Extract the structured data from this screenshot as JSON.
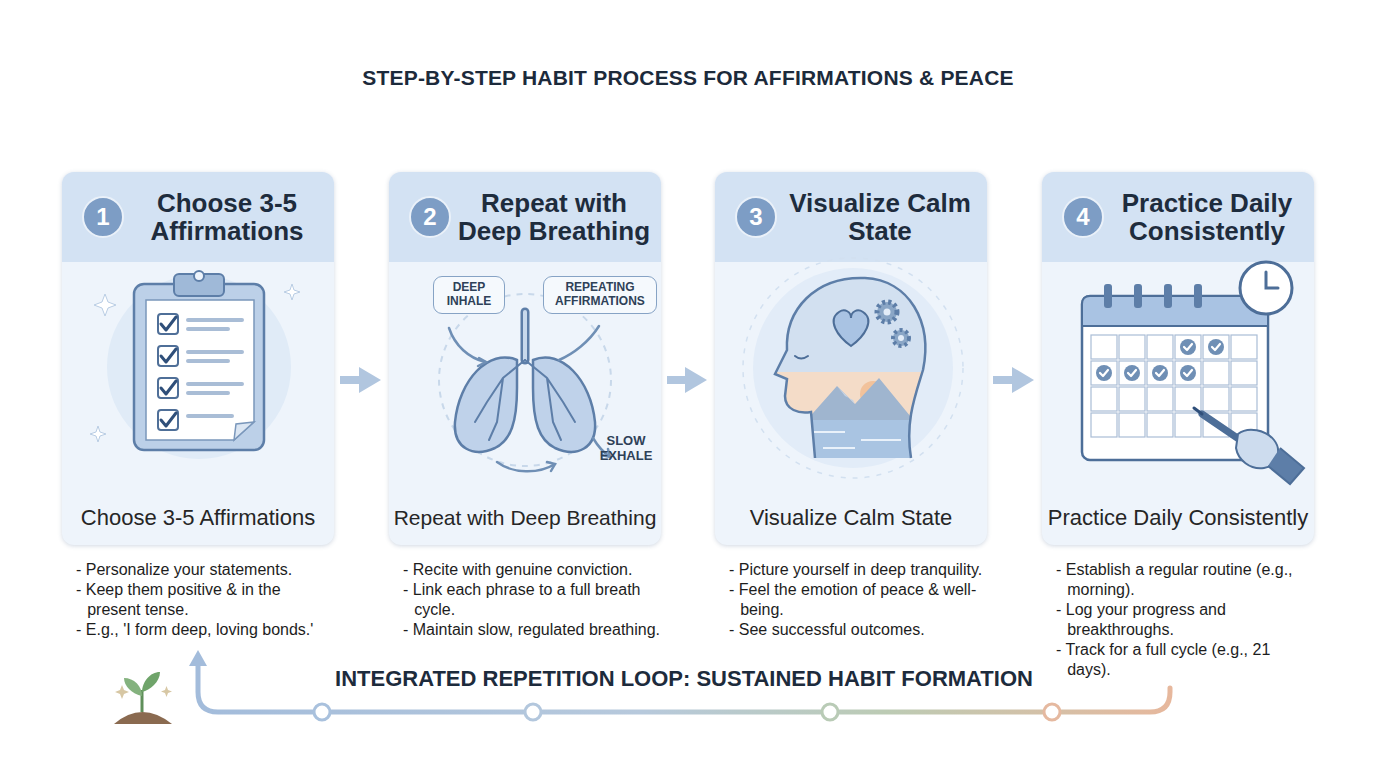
{
  "diagram": {
    "title": "STEP-BY-STEP HABIT PROCESS FOR AFFIRMATIONS & PEACE",
    "nodes": [
      {
        "text": [
          "Choose 3-5 Affirmations",
          "Choose 3-5 Affirmations",
          "- Personalize your statements.",
          "- Keep them positive & in the present tense.",
          "- E.g., 'I form deep, loving bonds.'"
        ]
      },
      {
        "text": [
          "1"
        ],
        "in": 0
      },
      {
        "text": [
          "Repeat with Deep Breathing",
          "Repeat with Deep Breathing",
          "- Recite with genuine conviction.",
          "- Link each phrase to a full breath cycle.",
          "- Maintain slow, regulated breathing."
        ]
      },
      {
        "text": [
          "2"
        ],
        "in": 2
      },
      {
        "text": [
          "DEEP INHALE"
        ],
        "in": 2
      },
      {
        "text": [
          "REPEATING AFFIRMATIONS"
        ],
        "in": 2
      },
      {
        "text": [
          "Visualize Calm State",
          "Visualize Calm State",
          "- Picture yourself in deep tranquility.",
          "- Feel the emotion of peace & well-being.",
          "- See successful outcomes."
        ]
      },
      {
        "text": [
          "3"
        ],
        "in": 6
      },
      {
        "text": [
          "Practice Daily Consistently",
          "Practice Daily Consistently",
          "- Establish a regular routine (e.g., morning).",
          "- Log your progress and breakthroughs.",
          "- Track for a full cycle (e.g., 21 days)."
        ]
      },
      {
        "text": [
          "4"
        ],
        "in": 8
      }
    ],
    "edges": [
      {
        "from": 0,
        "to": 2,
        "arrow": "to"
      },
      {
        "from": 2,
        "to": 6,
        "arrow": "to"
      },
      {
        "from": 6,
        "to": 8,
        "arrow": "to"
      },
      {
        "from": 8,
        "to": 0,
        "arrow": "to",
        "label": "INTEGRATED REPETITION LOOP: SUSTAINED HABIT FORMATION"
      }
    ],
    "labels": [
      "SLOW EXHALE"
    ]
  }
}
